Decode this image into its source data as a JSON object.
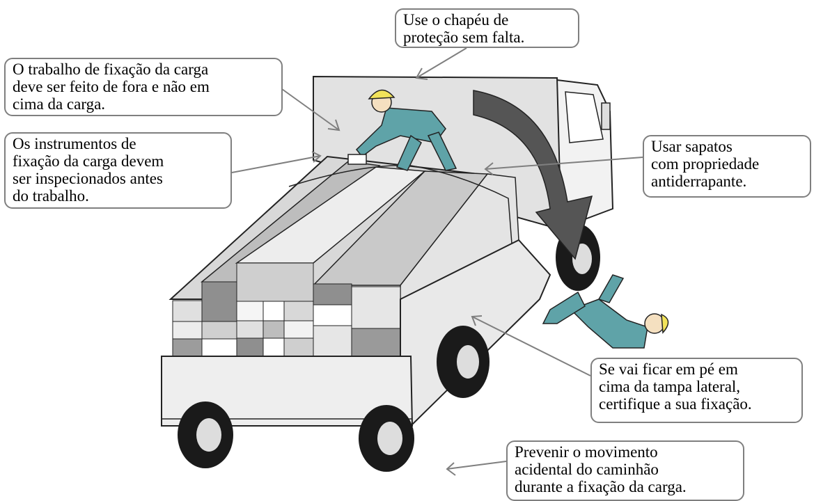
{
  "callouts": {
    "helmet": "Use o chapéu de\nproteção sem falta.",
    "fixation_outside": "O trabalho de fixação da carga\ndeve ser feito de fora e não em\ncima da carga.",
    "instruments": "Os instrumentos de\nfixação da carga devem\nser inspecionados antes\ndo trabalho.",
    "shoes": "Usar sapatos\ncom propriedade\nantiderrapante.",
    "side_gate": "Se vai ficar em pé em\ncima da tampa lateral,\ncertifique a sua fixação.",
    "truck_movement": "Prevenir o movimento\nacidental do caminhão\ndurante a fixação da carga."
  },
  "colors": {
    "worker_suit": "#5fa3a8",
    "helmet": "#f2e35a",
    "cargo_light": "#e6e6e6",
    "cargo_mid": "#c4c4c4",
    "cargo_dark": "#8f8f8f",
    "arrow": "#555555",
    "callout_border": "#7f7f7f"
  }
}
